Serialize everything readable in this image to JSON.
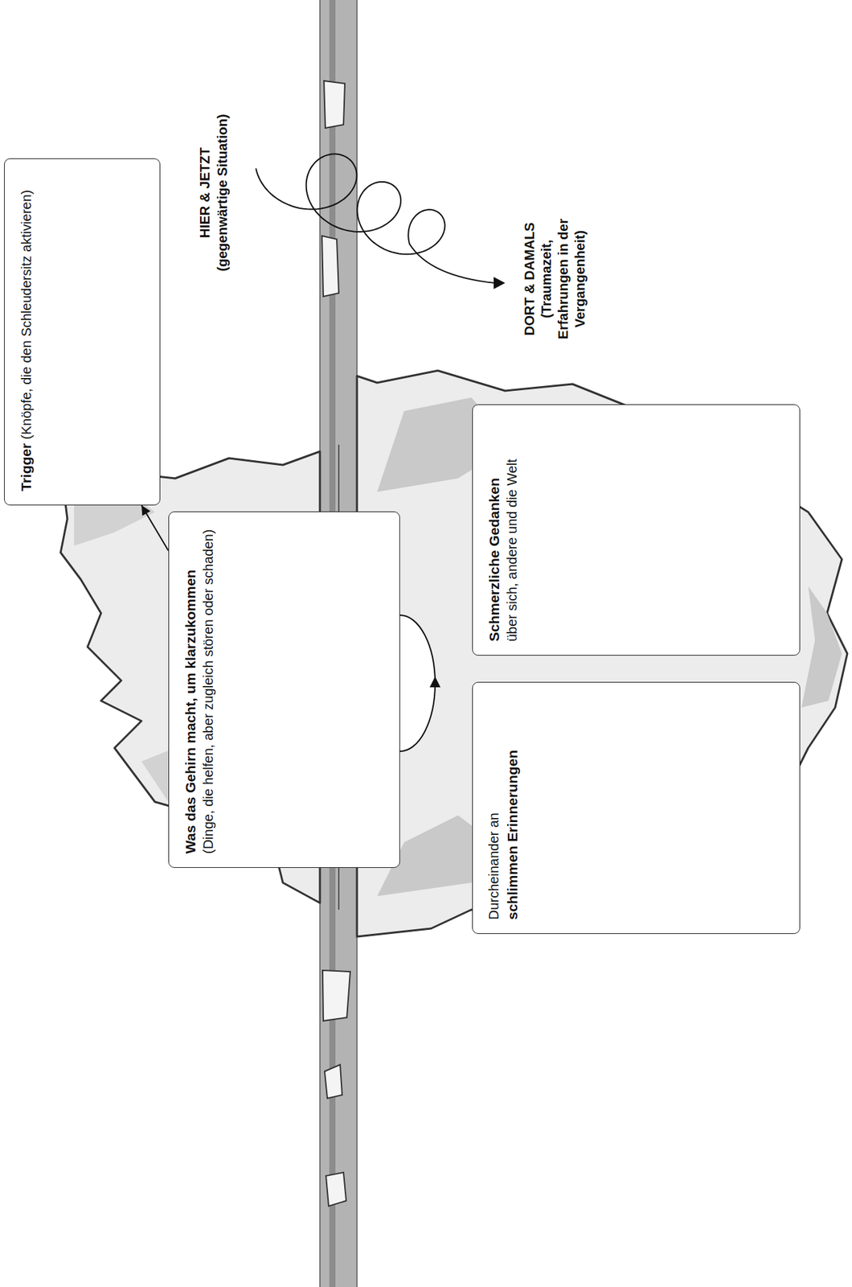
{
  "diagram": {
    "nodes": [
      {
        "text": [
          "Trigger",
          "(Knöpfe, die den Schleudersitz aktivieren)"
        ]
      },
      {
        "text": [
          "Was das Gehirn macht, um klarzukommen",
          "(Dinge, die helfen, aber zugleich stören oder schaden)"
        ]
      },
      {
        "text": [
          "Durcheinander an",
          "schlimmen Erinnerungen"
        ]
      },
      {
        "text": [
          "Schmerzliche Gedanken",
          "über sich, andere und die Welt"
        ]
      }
    ],
    "edges": [
      {
        "from": 1,
        "to": 0,
        "arrow": "to"
      }
    ],
    "labels": [
      "HIER & JETZT",
      "(gegenwärtige Situation)",
      "DORT & DAMALS",
      "(Traumazeit, Erfahrungen in der Vergangenheit)"
    ]
  }
}
